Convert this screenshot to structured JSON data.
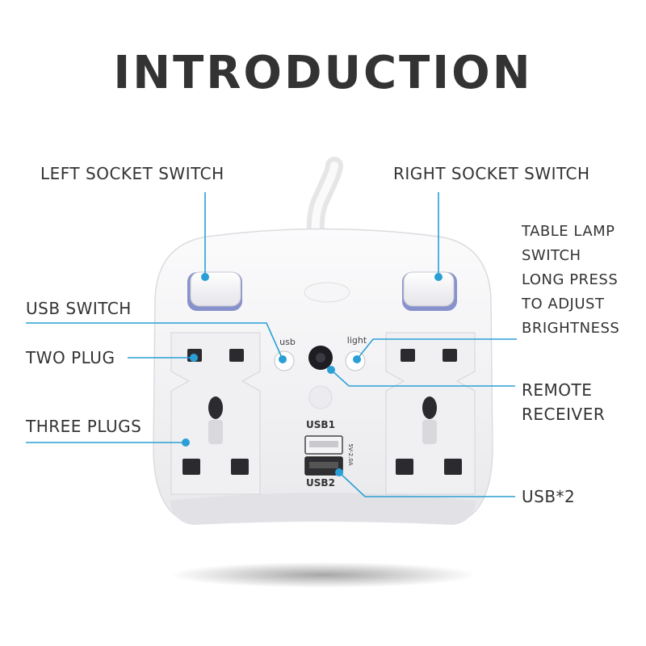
{
  "title": "INTRODUCTION",
  "labels": {
    "left_socket_switch": "LEFT SOCKET SWITCH",
    "right_socket_switch": "RIGHT SOCKET SWITCH",
    "table_lamp": [
      "TABLE LAMP",
      "SWITCH",
      "LONG PRESS",
      "TO ADJUST",
      "BRIGHTNESS"
    ],
    "usb_switch": "USB SWITCH",
    "two_plug": "TWO PLUG",
    "three_plugs": "THREE PLUGS",
    "remote_receiver": [
      "REMOTE",
      "RECEIVER"
    ],
    "usb_2": "USB*2"
  },
  "device": {
    "usb_button_label": "usb",
    "light_button_label": "light",
    "usb1_label": "USB1",
    "usb2_label": "USB2",
    "usb_rating": "5V-2.0A"
  },
  "colors": {
    "callout_line": "#2a9fd6",
    "text": "#333333",
    "device_body": "#f2f2f4",
    "switch_glow": "#3a5bd9"
  }
}
